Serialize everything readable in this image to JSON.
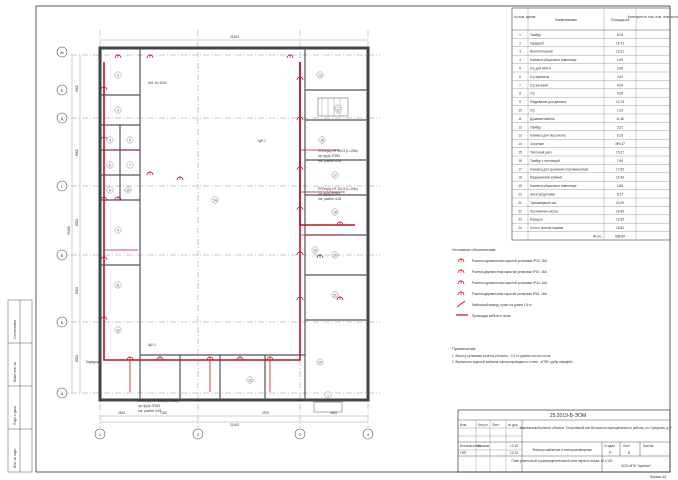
{
  "axes_letters": [
    "Ж",
    "Е",
    "Д",
    "Г",
    "В",
    "Б",
    "А"
  ],
  "axes_numbers": [
    "1",
    "2",
    "3",
    "4"
  ],
  "dims": {
    "top_total": "21400",
    "bottom_total": "21400",
    "bottom_segments": [
      "2810",
      "7320",
      "4970",
      "4600"
    ],
    "left_total": "33480",
    "left_segments": [
      "5000",
      "6000",
      "6000",
      "6000",
      "6000",
      "5000"
    ]
  },
  "room_table": {
    "headers": [
      "№ пом. щения",
      "Наименование",
      "Площадь м2",
      "Категория по пож. пом. опасности"
    ],
    "rows": [
      [
        "1",
        "Тамбур",
        "8,34"
      ],
      [
        "2",
        "Гардероб",
        "15,73"
      ],
      [
        "3",
        "Вентиляторная",
        "13,21"
      ],
      [
        "4",
        "Комната уборочного инвентаря",
        "1,69"
      ],
      [
        "5",
        "С/у для МНГН",
        "3,98"
      ],
      [
        "6",
        "С/у мужчины",
        "4,52"
      ],
      [
        "7",
        "С/у женский",
        "4,64"
      ],
      [
        "8",
        "С/у",
        "4,95"
      ],
      [
        "9",
        "Раздевалка для девочек",
        "14,75"
      ],
      [
        "10",
        "С/у",
        "1,93"
      ],
      [
        "11",
        "Душевая кабина",
        "11,46"
      ],
      [
        "12",
        "Тамбур",
        "3,31"
      ],
      [
        "13",
        "Комната для персонала",
        "8,16"
      ],
      [
        "14",
        "Спортзал",
        "399,37"
      ],
      [
        "15",
        "Тепловой узел",
        "15,27"
      ],
      [
        "16",
        "Тамбур с лестницей",
        "7,66"
      ],
      [
        "17",
        "Комната для хранения спортинвентаря",
        "17,66"
      ],
      [
        "18",
        "Медицинский кабинет",
        "15,46"
      ],
      [
        "19",
        "Комната уборочного инвентаря",
        "3,86"
      ],
      [
        "20",
        "Электрощитовая",
        "8,17"
      ],
      [
        "21",
        "Тренажёрный зал",
        "24,29"
      ],
      [
        "22",
        "Лестничная клетка",
        "14,99"
      ],
      [
        "23",
        "Коридор",
        "15,35"
      ],
      [
        "24",
        "Холл с постом охраны",
        "15,80"
      ]
    ],
    "total_label": "Итого:",
    "total_value": "688,69"
  },
  "legend": {
    "title": "Условные обозначения:",
    "items": [
      "Розетка одноместная скрытой установки IP20, 16А",
      "Розетка двухместная скрытой установки IP20, 16А",
      "Розетка одноместная скрытой установки IP44, 16А",
      "Розетка двухместная скрытой установки IP44, 16А",
      "Кабельный вывод, прим. на длине 1,5 м",
      "Прокладка кабеля в лотке"
    ]
  },
  "notes": {
    "title": "Примечания:",
    "items": [
      "1. Высоту установки розеток уточнить - 0,3 от уровня чистого пола.",
      "2. Выполнить скрытой кабелем электропроводки по стене - кГПВ трубы ппимфйс."
    ]
  },
  "plan_labels": {
    "cable_note": "ё16 1h=1000",
    "panel_1": "ЩР-1",
    "panel_2": "ЩУ-1",
    "box_lines": [
      "ППГнг(А)-HF 3х2,5 (L=20м)",
      "щт. ф(d)=ПЭ53",
      "ппг. разбит 4.08",
      "ППГнг(А)-HF 3х2,5 (L=20м)",
      "щт. ф(d)=ПЭ53",
      "ппг. разбит 4.08"
    ],
    "bottom_box": [
      "ППГнг(А)-HF 3х2,5 (L=20м)",
      "щт. ф(d)=ПЭ53",
      "ппг. разбит 4.08"
    ],
    "room_numbers": [
      "1",
      "2",
      "3",
      "4",
      "5",
      "6",
      "7",
      "8",
      "9",
      "10",
      "11",
      "12",
      "13",
      "14",
      "15",
      "16",
      "17",
      "18",
      "19",
      "20",
      "21",
      "22",
      "23",
      "24"
    ],
    "corridor_label": "Коридор"
  },
  "side_stamp": [
    "Инв. № подл.",
    "Подп. и дата",
    "Взам. инв. №",
    "Согласовано"
  ],
  "title_block": {
    "code": "25.2019-Б-ЭОМ",
    "project": "Капитальный ремонт объекта \"Спортивный зал Волжского муниципального района, ул. Суворова, д.5\"",
    "section": "Электроснабжение и электроосвещение",
    "drawing": "План розеточной и распределительной сети первого этажа. М 1:100",
    "stage_label": "Стадия",
    "sheet_label": "Лист",
    "sheets_label": "Листов",
    "stage": "Р",
    "sheet": "6",
    "company": "ООО АПБ \"Архетип\"",
    "format": "Формат А3",
    "role_rows": [
      [
        "Изм.",
        "Кол.уч",
        "Лист",
        "№ док.",
        "Подп.",
        "Дата"
      ],
      [
        "Исп.выполнил",
        "Бычков",
        "",
        "",
        "",
        "12.19"
      ],
      [
        "ГИП",
        "",
        "",
        "",
        "",
        "12.19"
      ]
    ]
  }
}
